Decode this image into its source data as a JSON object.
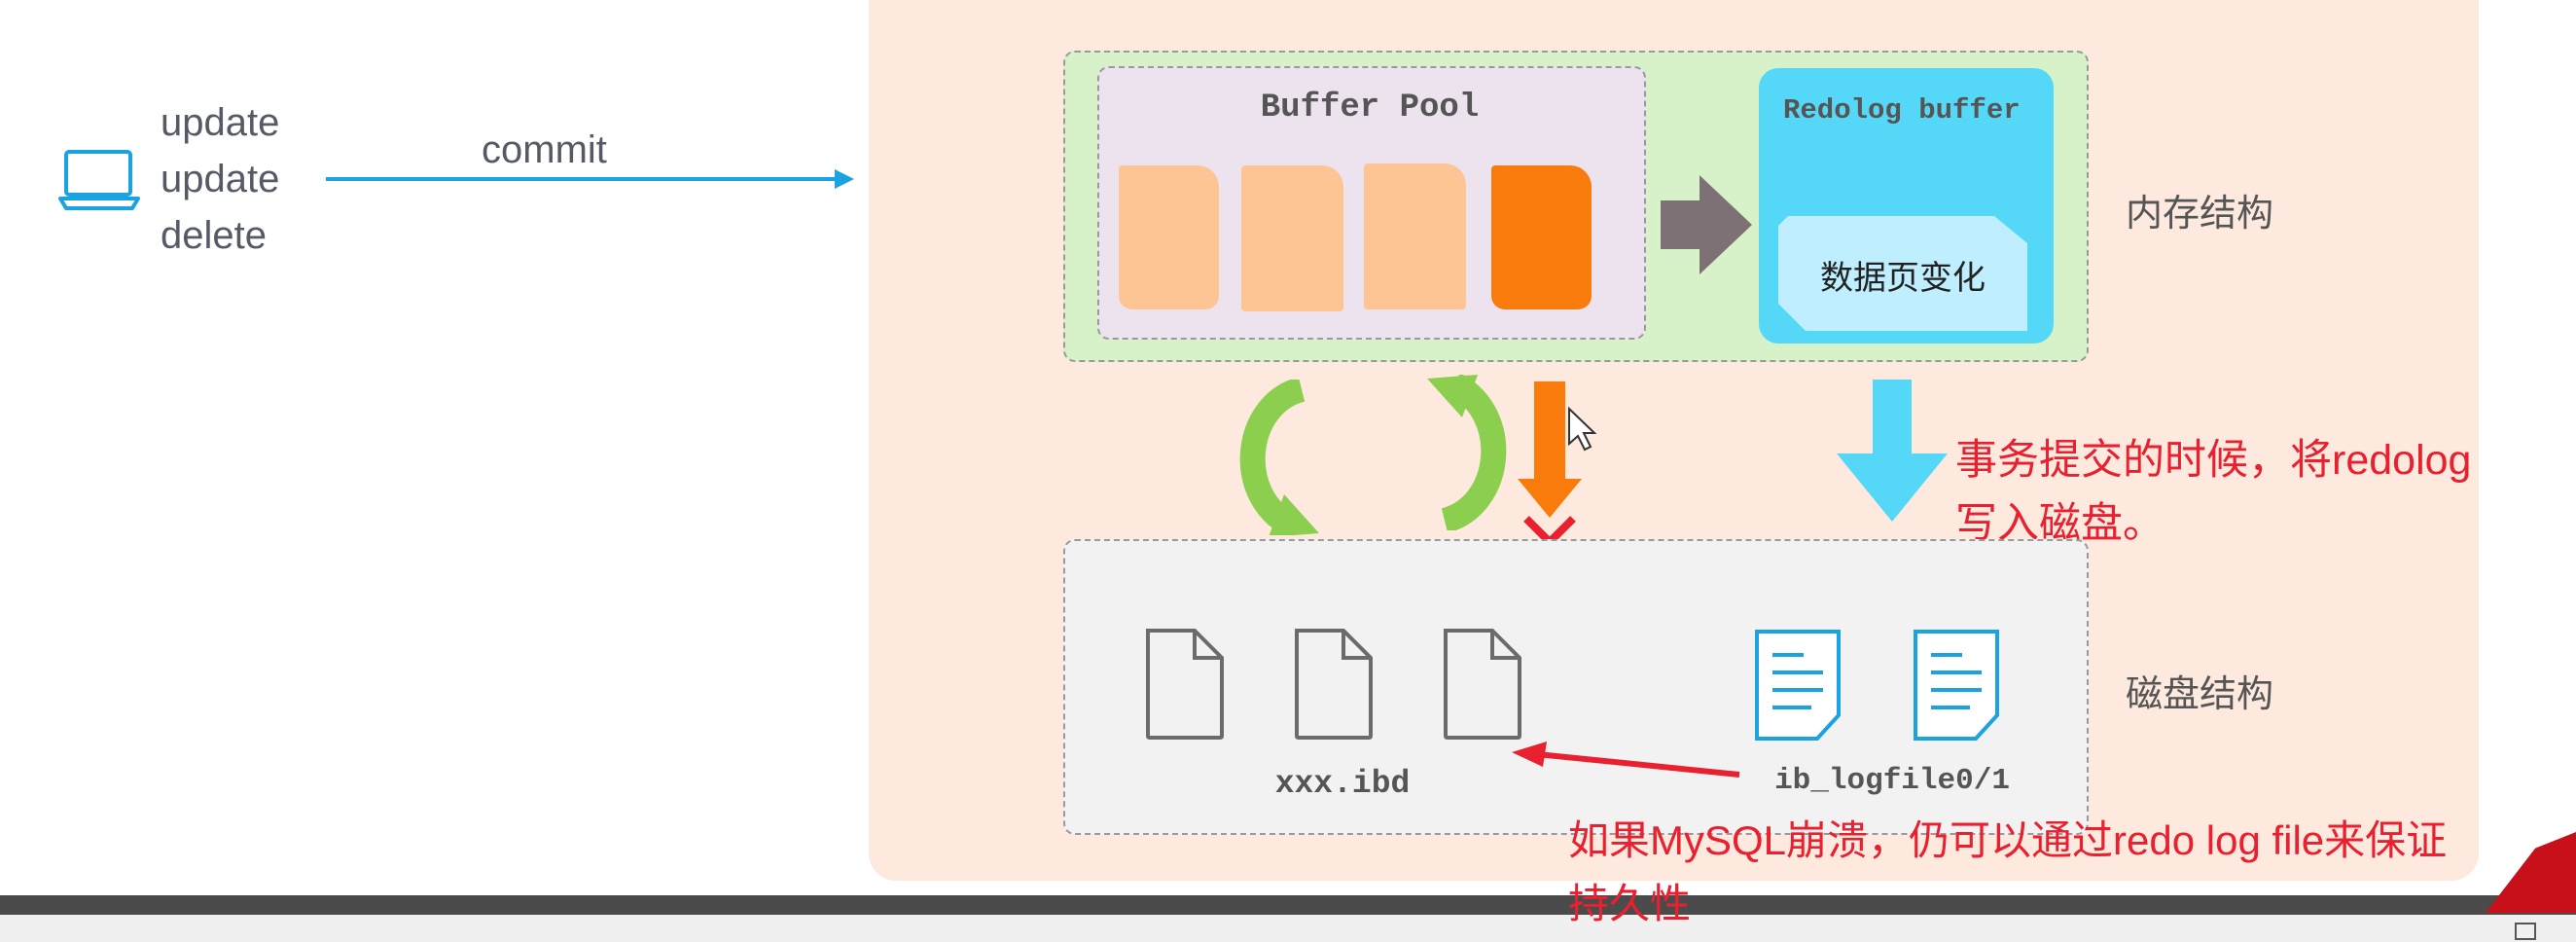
{
  "client": {
    "ops": [
      "update",
      "update",
      "delete"
    ],
    "arrow_label": "commit",
    "icon": "laptop-icon"
  },
  "memory": {
    "buffer_pool_title": "Buffer Pool",
    "redolog_buffer_title": "Redolog buffer",
    "redolog_page_text": "数据页变化",
    "label": "内存结构"
  },
  "disk": {
    "ibd_label": "xxx.ibd",
    "logfile_label": "ib_logfile0/1",
    "label": "磁盘结构"
  },
  "annotations": {
    "commit_note_line1": "事务提交的时候，将redolog",
    "commit_note_line2": "写入磁盘。",
    "crash_note_line1": "如果MySQL崩溃，仍可以通过redo log file来保证",
    "crash_note_line2": "持久性"
  },
  "colors": {
    "accent_blue": "#1aa3e0",
    "redolog_cyan": "#55d8f7",
    "page_light": "#fdc594",
    "page_dirty": "#f97b0b",
    "green_arrow": "#8ccf4e",
    "annotation_red": "#e8202f",
    "panel_bg": "#fde8dc"
  }
}
